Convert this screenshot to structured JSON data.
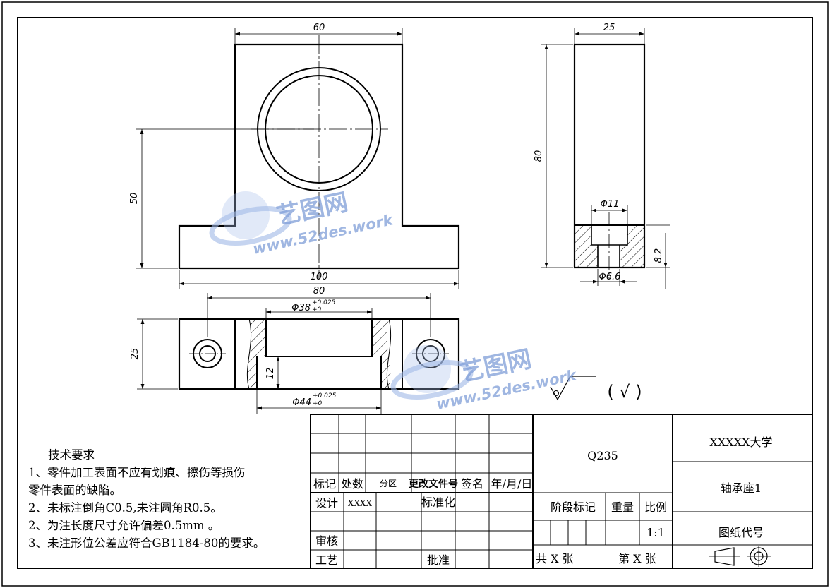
{
  "dimensions": {
    "front_width": "60",
    "front_height": "50",
    "base_width": "100",
    "side_width": "25",
    "side_height": "80",
    "hole_small": "Φ11",
    "hole_through": "Φ6.6",
    "counterbore_depth": "8.2",
    "top_hole_spacing": "80",
    "top_depth": "25",
    "bore_38": "Φ38",
    "bore_38_tol_upper": "+0.025",
    "bore_38_tol_lower": "+0",
    "bore_44": "Φ44",
    "bore_44_tol_upper": "+0.025",
    "bore_44_tol_lower": "+0",
    "groove_height": "12"
  },
  "surface_finish": "( √ )",
  "watermark": {
    "brand": "艺图网",
    "url": "www.52des.work"
  },
  "notes": {
    "title": "技术要求",
    "line1a": "1、零件加工表面不应有划痕、擦伤等损伤",
    "line1b": "零件表面的缺陷。",
    "line2": "2、未标注倒角C0.5,未注圆角R0.5。",
    "line3": "2、为注长度尺寸允许偏差0.5mm 。",
    "line4": "3、未注形位公差应符合GB1184-80的要求。"
  },
  "title_block": {
    "material": "Q235",
    "school": "XXXXX大学",
    "part_name": "轴承座1",
    "drawing_number_label": "图纸代号",
    "mark": "标记",
    "count": "处数",
    "zone": "分区",
    "change_doc": "更改文件号",
    "signature": "签名",
    "date": "年/月/日",
    "design": "设计",
    "designer": "XXXX",
    "standardize": "标准化",
    "review": "审核",
    "process": "工艺",
    "approve": "批准",
    "stage_mark": "阶段标记",
    "weight": "重量",
    "scale_label": "比例",
    "scale_value": "1:1",
    "total_sheets": "共  X  张",
    "sheet_no": "第  X  张"
  }
}
